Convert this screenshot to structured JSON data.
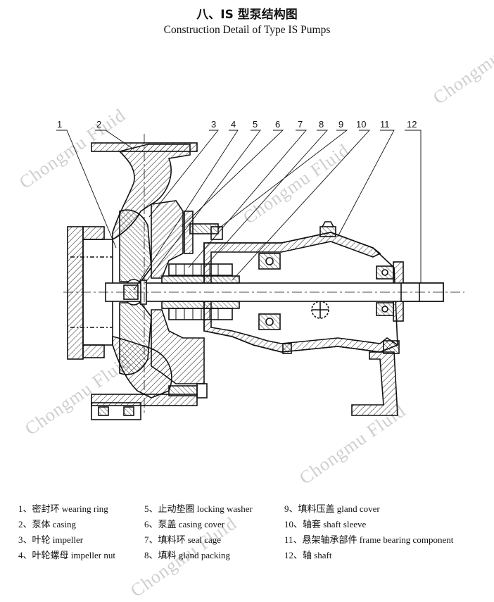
{
  "header": {
    "title": "八、IS 型泵结构图",
    "subtitle": "Construction Detail of Type IS Pumps"
  },
  "callouts": [
    "1",
    "2",
    "3",
    "4",
    "5",
    "6",
    "7",
    "8",
    "9",
    "10",
    "11",
    "12"
  ],
  "legend": [
    {
      "text": "1、密封环 wearing ring"
    },
    {
      "text": "2、泵体 casing"
    },
    {
      "text": "3、叶轮 impeller"
    },
    {
      "text": "4、叶轮螺母 impeller nut"
    },
    {
      "text": "5、止动垫圈 locking washer"
    },
    {
      "text": "6、泵盖 casing cover"
    },
    {
      "text": "7、填料环 seal cage"
    },
    {
      "text": "8、填料 gland packing"
    },
    {
      "text": "9、填料压盖 gland cover"
    },
    {
      "text": "10、轴套 shaft sleeve"
    },
    {
      "text": "11、悬架轴承部件 frame bearing component"
    },
    {
      "text": "12、轴 shaft"
    }
  ],
  "watermark": "Chongmu Fluid"
}
